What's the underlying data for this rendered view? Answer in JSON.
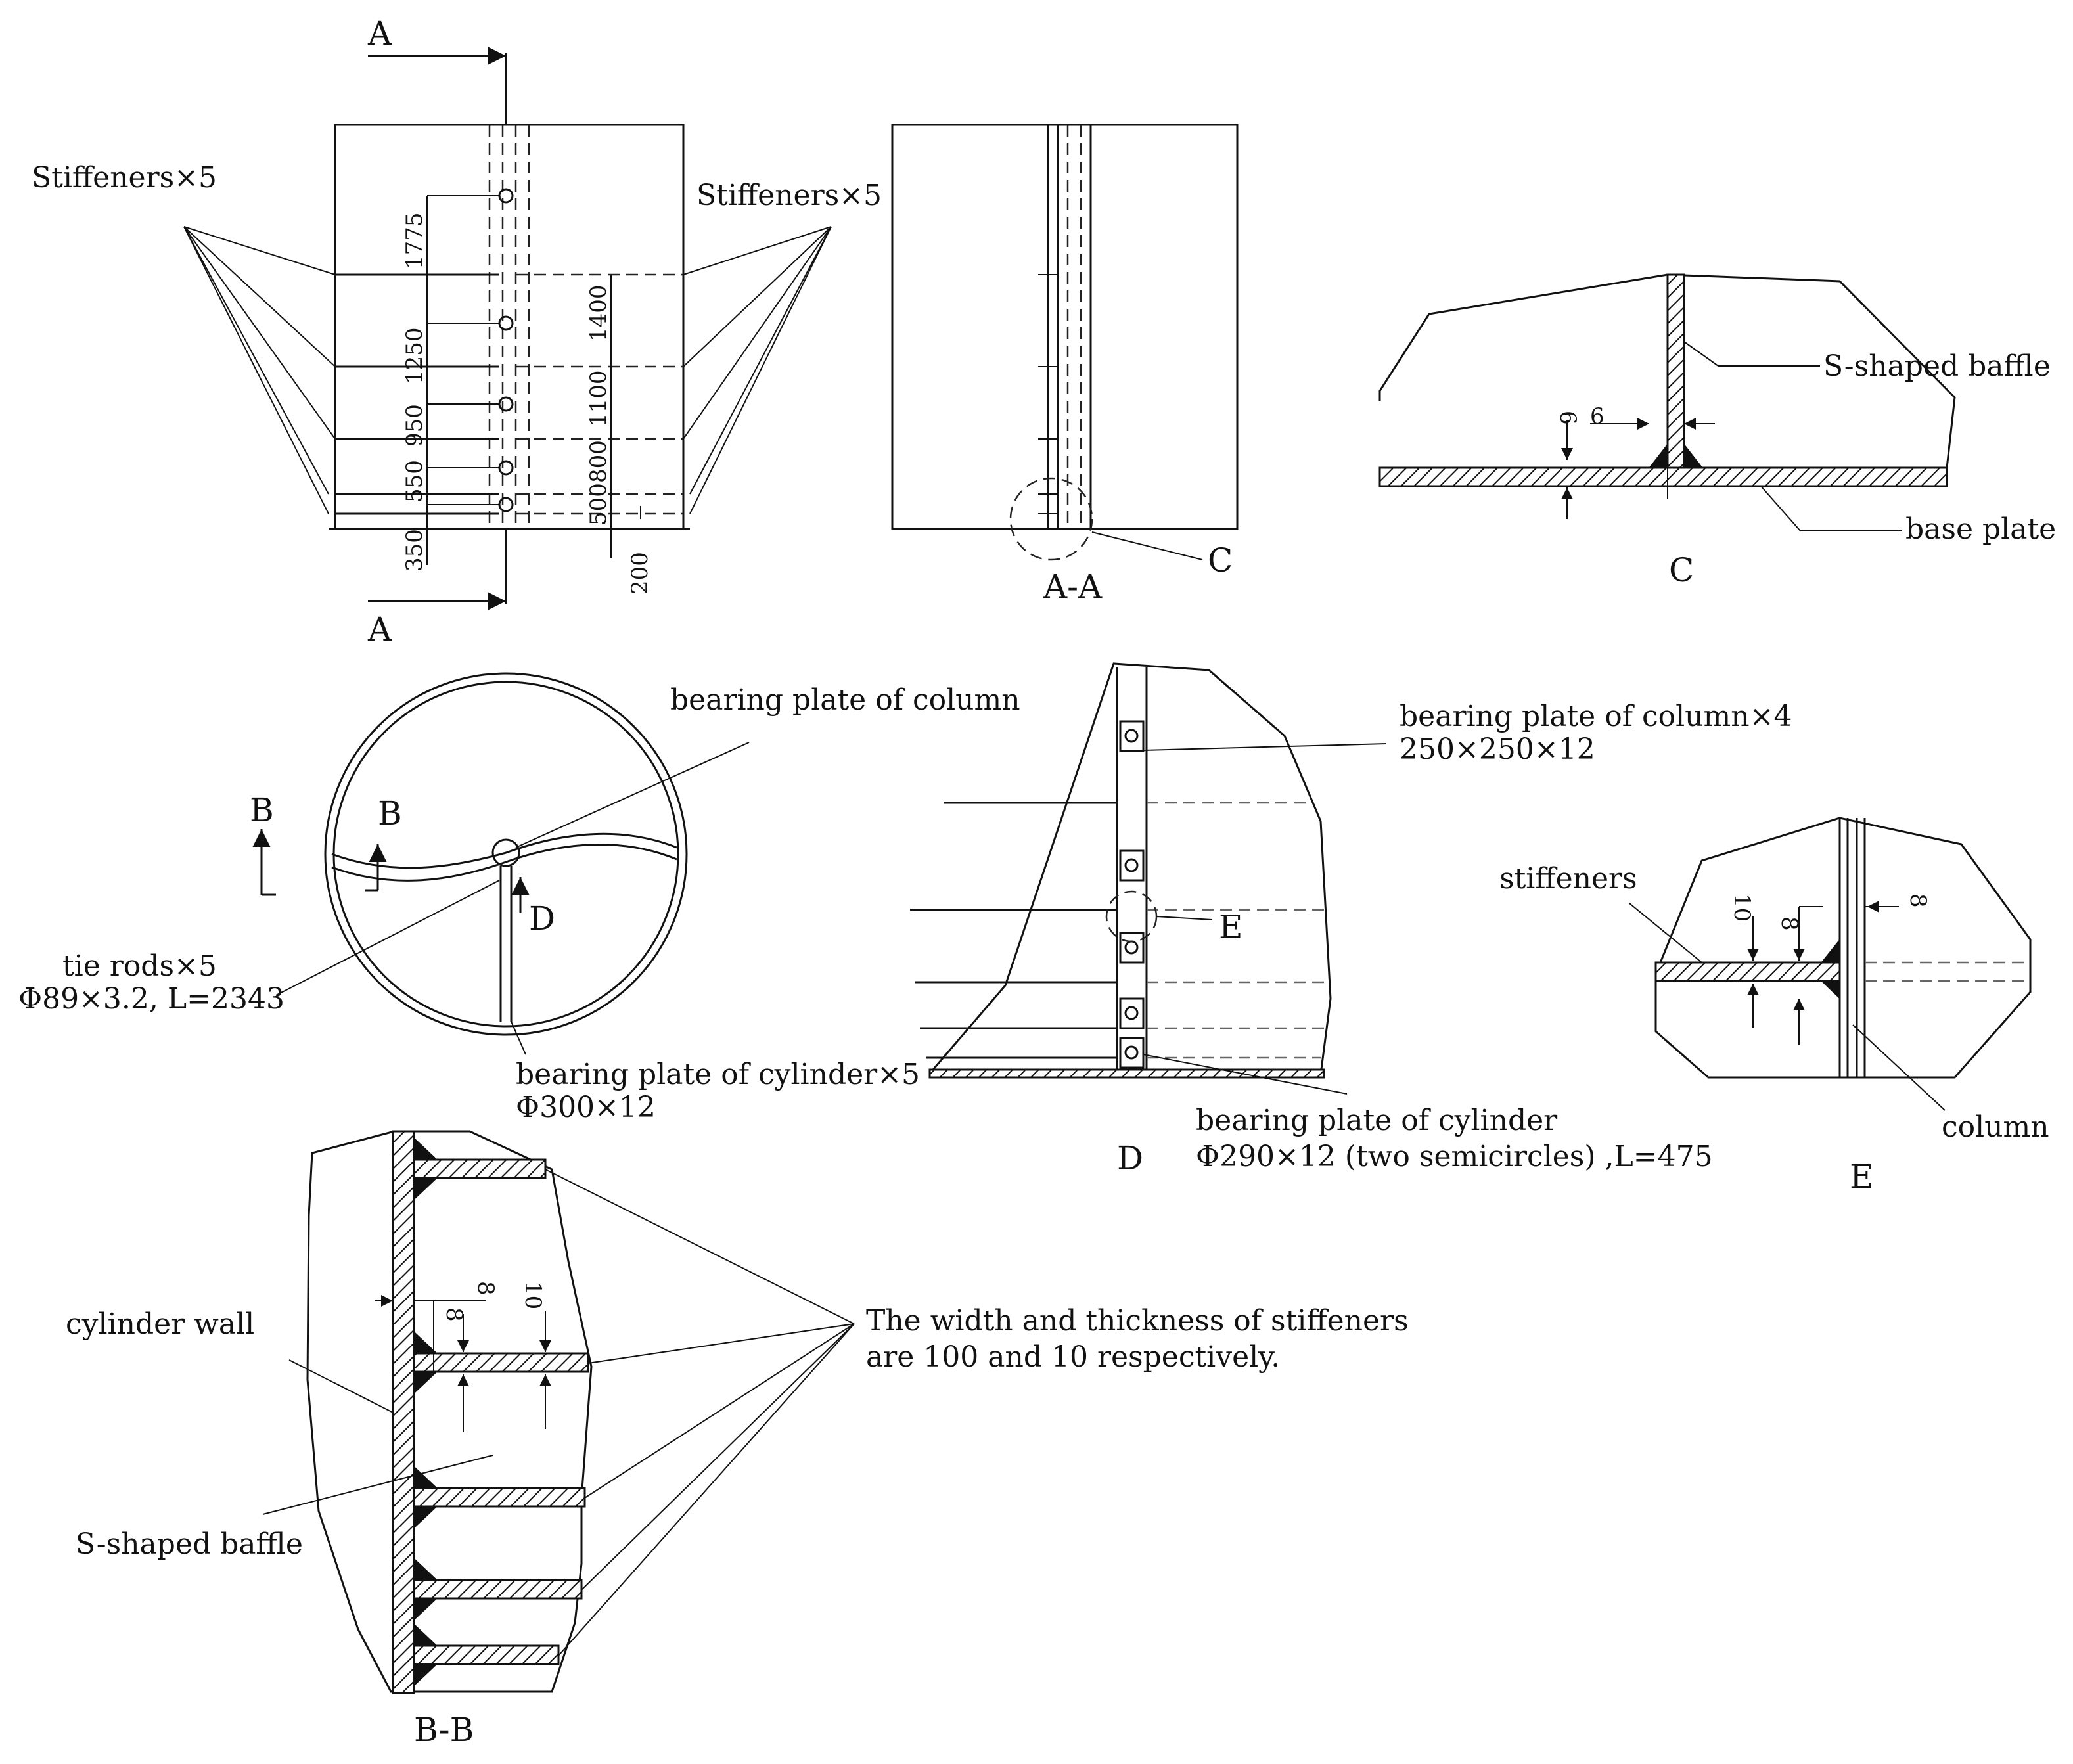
{
  "front_view": {
    "stiffeners_left": "Stiffeners×5",
    "stiffeners_right": "Stiffeners×5",
    "section_mark_top": "A",
    "section_mark_bottom": "A",
    "dims_left": [
      "1775",
      "1250",
      "950",
      "550",
      "350"
    ],
    "dims_right": [
      "1400",
      "1100",
      "800",
      "500",
      "200"
    ]
  },
  "section_aa": {
    "caption": "A-A",
    "detail_mark": "C"
  },
  "detail_c": {
    "caption": "C",
    "baffle_label": "S-shaped baffle",
    "base_label": "base plate",
    "weld_dim_1": "6",
    "weld_dim_2": "6"
  },
  "plan_view": {
    "column_plate_label": "bearing plate of column",
    "tie_rods_label": "tie rods×5",
    "tie_rods_spec": "Φ89×3.2, L=2343",
    "cyl_plate_label": "bearing plate of cylinder×5",
    "cyl_plate_spec": "Φ300×12",
    "section_mark_b1": "B",
    "section_mark_b2": "B",
    "detail_mark_d": "D"
  },
  "detail_d": {
    "caption": "D",
    "column_plate_label": "bearing plate of column×4",
    "column_plate_spec": "250×250×12",
    "cyl_plate_label": "bearing plate of cylinder",
    "cyl_plate_spec": "Φ290×12 (two semicircles) ,L=475",
    "detail_mark_e": "E"
  },
  "detail_e": {
    "caption": "E",
    "stiffeners_label": "stiffeners",
    "column_label": "column",
    "dim_10": "10",
    "dim_8a": "8",
    "dim_8b": "8"
  },
  "section_bb": {
    "caption": "B-B",
    "wall_label": "cylinder wall",
    "baffle_label": "S-shaped baffle",
    "note_line1": "The width and thickness of stiffeners",
    "note_line2": "are 100 and 10 respectively.",
    "dim_8a": "8",
    "dim_8b": "8",
    "dim_10": "10"
  }
}
